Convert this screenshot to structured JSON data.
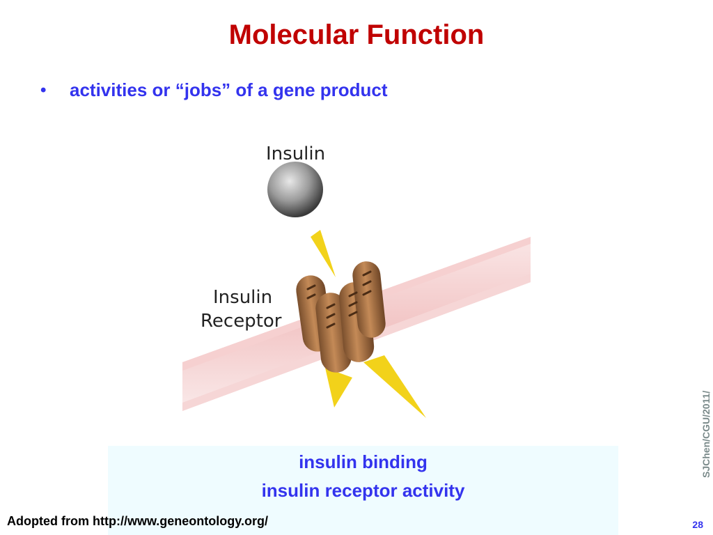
{
  "slide": {
    "title": "Molecular Function",
    "bullet": "activities or “jobs” of a gene product",
    "bullet_marker": "•"
  },
  "figure": {
    "ligand_label": "Insulin",
    "receptor_label_line1": "Insulin",
    "receptor_label_line2": "Receptor"
  },
  "info_box": {
    "line1": "insulin binding",
    "line2": "insulin receptor activity"
  },
  "footer": {
    "source": "Adopted from http://www.geneontology.org/",
    "page_number": "28",
    "watermark": "SJChen/CGU/2011/"
  },
  "colors": {
    "title": "#c00000",
    "bullet": "#3333ee",
    "box_bg": "#effcff",
    "membrane": "#f2c8c8",
    "receptor": "#b07a4e",
    "signal": "#f2d21a"
  }
}
